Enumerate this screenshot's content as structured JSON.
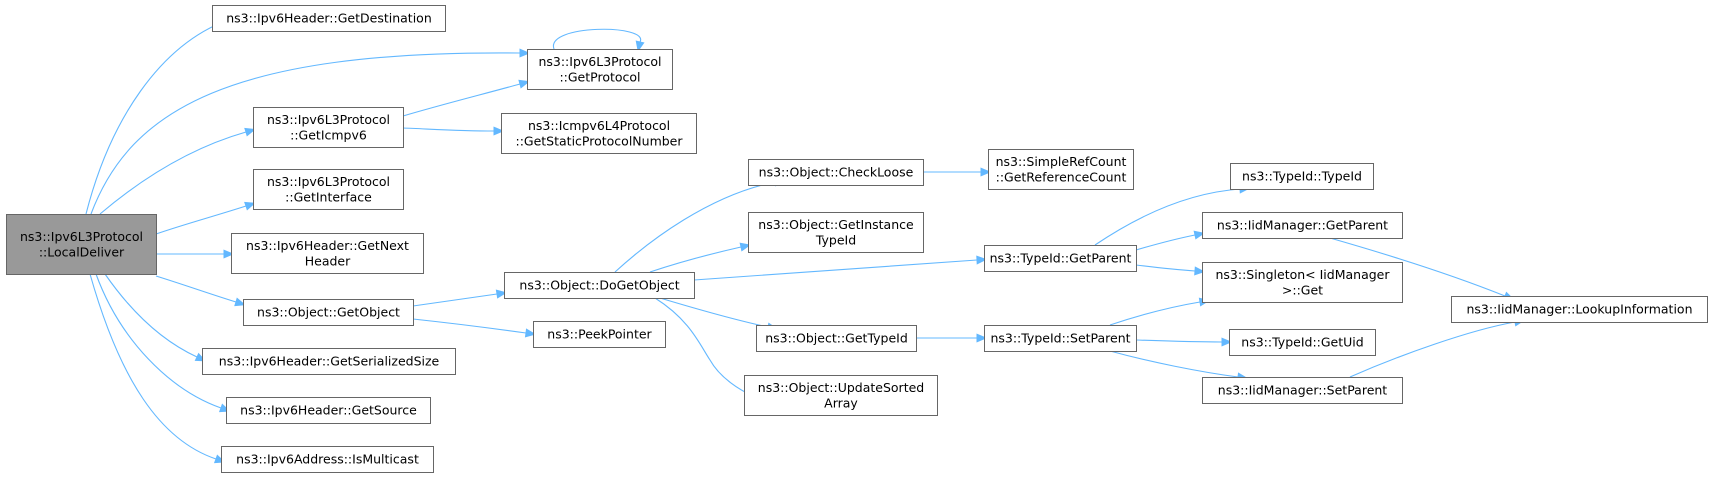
{
  "diagram": {
    "nodes": [
      {
        "id": "local_deliver",
        "lines": [
          "ns3::Ipv6L3Protocol",
          "::LocalDeliver"
        ],
        "root": true
      },
      {
        "id": "ipv6h_get_destination",
        "lines": [
          "ns3::Ipv6Header::GetDestination"
        ]
      },
      {
        "id": "ipv6l3_get_protocol",
        "lines": [
          "ns3::Ipv6L3Protocol",
          "::GetProtocol"
        ]
      },
      {
        "id": "ipv6l3_get_icmpv6",
        "lines": [
          "ns3::Ipv6L3Protocol",
          "::GetIcmpv6"
        ]
      },
      {
        "id": "icmpv6l4_get_static_protocol_number",
        "lines": [
          "ns3::Icmpv6L4Protocol",
          "::GetStaticProtocolNumber"
        ]
      },
      {
        "id": "ipv6l3_get_interface",
        "lines": [
          "ns3::Ipv6L3Protocol",
          "::GetInterface"
        ]
      },
      {
        "id": "ipv6h_get_next_header",
        "lines": [
          "ns3::Ipv6Header::GetNext",
          "Header"
        ]
      },
      {
        "id": "object_get_object",
        "lines": [
          "ns3::Object::GetObject"
        ]
      },
      {
        "id": "ipv6h_get_serialized_size",
        "lines": [
          "ns3::Ipv6Header::GetSerializedSize"
        ]
      },
      {
        "id": "ipv6h_get_source",
        "lines": [
          "ns3::Ipv6Header::GetSource"
        ]
      },
      {
        "id": "ipv6address_is_multicast",
        "lines": [
          "ns3::Ipv6Address::IsMulticast"
        ]
      },
      {
        "id": "object_do_get_object",
        "lines": [
          "ns3::Object::DoGetObject"
        ]
      },
      {
        "id": "peek_pointer",
        "lines": [
          "ns3::PeekPointer"
        ]
      },
      {
        "id": "object_check_loose",
        "lines": [
          "ns3::Object::CheckLoose"
        ]
      },
      {
        "id": "object_get_instance_typeid",
        "lines": [
          "ns3::Object::GetInstance",
          "TypeId"
        ]
      },
      {
        "id": "object_get_typeid",
        "lines": [
          "ns3::Object::GetTypeId"
        ]
      },
      {
        "id": "object_update_sorted_array",
        "lines": [
          "ns3::Object::UpdateSorted",
          "Array"
        ]
      },
      {
        "id": "simplerefcount_get_reference_count",
        "lines": [
          "ns3::SimpleRefCount",
          "::GetReferenceCount"
        ]
      },
      {
        "id": "typeid_get_parent",
        "lines": [
          "ns3::TypeId::GetParent"
        ]
      },
      {
        "id": "typeid_set_parent",
        "lines": [
          "ns3::TypeId::SetParent"
        ]
      },
      {
        "id": "typeid_typeid",
        "lines": [
          "ns3::TypeId::TypeId"
        ]
      },
      {
        "id": "iidmanager_get_parent",
        "lines": [
          "ns3::IidManager::GetParent"
        ]
      },
      {
        "id": "singleton_iidmanager_get",
        "lines": [
          "ns3::Singleton< IidManager",
          ">::Get"
        ]
      },
      {
        "id": "typeid_get_uid",
        "lines": [
          "ns3::TypeId::GetUid"
        ]
      },
      {
        "id": "iidmanager_set_parent",
        "lines": [
          "ns3::IidManager::SetParent"
        ]
      },
      {
        "id": "iidmanager_lookup_information",
        "lines": [
          "ns3::IidManager::LookupInformation"
        ]
      }
    ],
    "edges": [
      {
        "from": "local_deliver",
        "to": "ipv6h_get_destination"
      },
      {
        "from": "local_deliver",
        "to": "ipv6l3_get_protocol"
      },
      {
        "from": "ipv6l3_get_protocol",
        "to": "ipv6l3_get_protocol"
      },
      {
        "from": "local_deliver",
        "to": "ipv6l3_get_icmpv6"
      },
      {
        "from": "ipv6l3_get_icmpv6",
        "to": "ipv6l3_get_protocol"
      },
      {
        "from": "ipv6l3_get_icmpv6",
        "to": "icmpv6l4_get_static_protocol_number"
      },
      {
        "from": "local_deliver",
        "to": "ipv6l3_get_interface"
      },
      {
        "from": "local_deliver",
        "to": "ipv6h_get_next_header"
      },
      {
        "from": "local_deliver",
        "to": "object_get_object"
      },
      {
        "from": "local_deliver",
        "to": "ipv6h_get_serialized_size"
      },
      {
        "from": "local_deliver",
        "to": "ipv6h_get_source"
      },
      {
        "from": "local_deliver",
        "to": "ipv6address_is_multicast"
      },
      {
        "from": "object_get_object",
        "to": "object_do_get_object"
      },
      {
        "from": "object_get_object",
        "to": "peek_pointer"
      },
      {
        "from": "object_do_get_object",
        "to": "object_check_loose"
      },
      {
        "from": "object_do_get_object",
        "to": "object_get_instance_typeid"
      },
      {
        "from": "object_do_get_object",
        "to": "typeid_get_parent"
      },
      {
        "from": "object_do_get_object",
        "to": "object_get_typeid"
      },
      {
        "from": "object_do_get_object",
        "to": "object_update_sorted_array"
      },
      {
        "from": "object_check_loose",
        "to": "simplerefcount_get_reference_count"
      },
      {
        "from": "object_get_typeid",
        "to": "typeid_set_parent"
      },
      {
        "from": "typeid_get_parent",
        "to": "typeid_typeid"
      },
      {
        "from": "typeid_get_parent",
        "to": "iidmanager_get_parent"
      },
      {
        "from": "typeid_get_parent",
        "to": "singleton_iidmanager_get"
      },
      {
        "from": "typeid_set_parent",
        "to": "singleton_iidmanager_get"
      },
      {
        "from": "typeid_set_parent",
        "to": "typeid_get_uid"
      },
      {
        "from": "typeid_set_parent",
        "to": "iidmanager_set_parent"
      },
      {
        "from": "iidmanager_get_parent",
        "to": "iidmanager_lookup_information"
      },
      {
        "from": "iidmanager_set_parent",
        "to": "iidmanager_lookup_information"
      }
    ]
  },
  "colors": {
    "edge": "#63b8ff",
    "root_fill": "#999999",
    "node_fill": "#ffffff",
    "node_border": "#666666",
    "text": "#000000"
  }
}
